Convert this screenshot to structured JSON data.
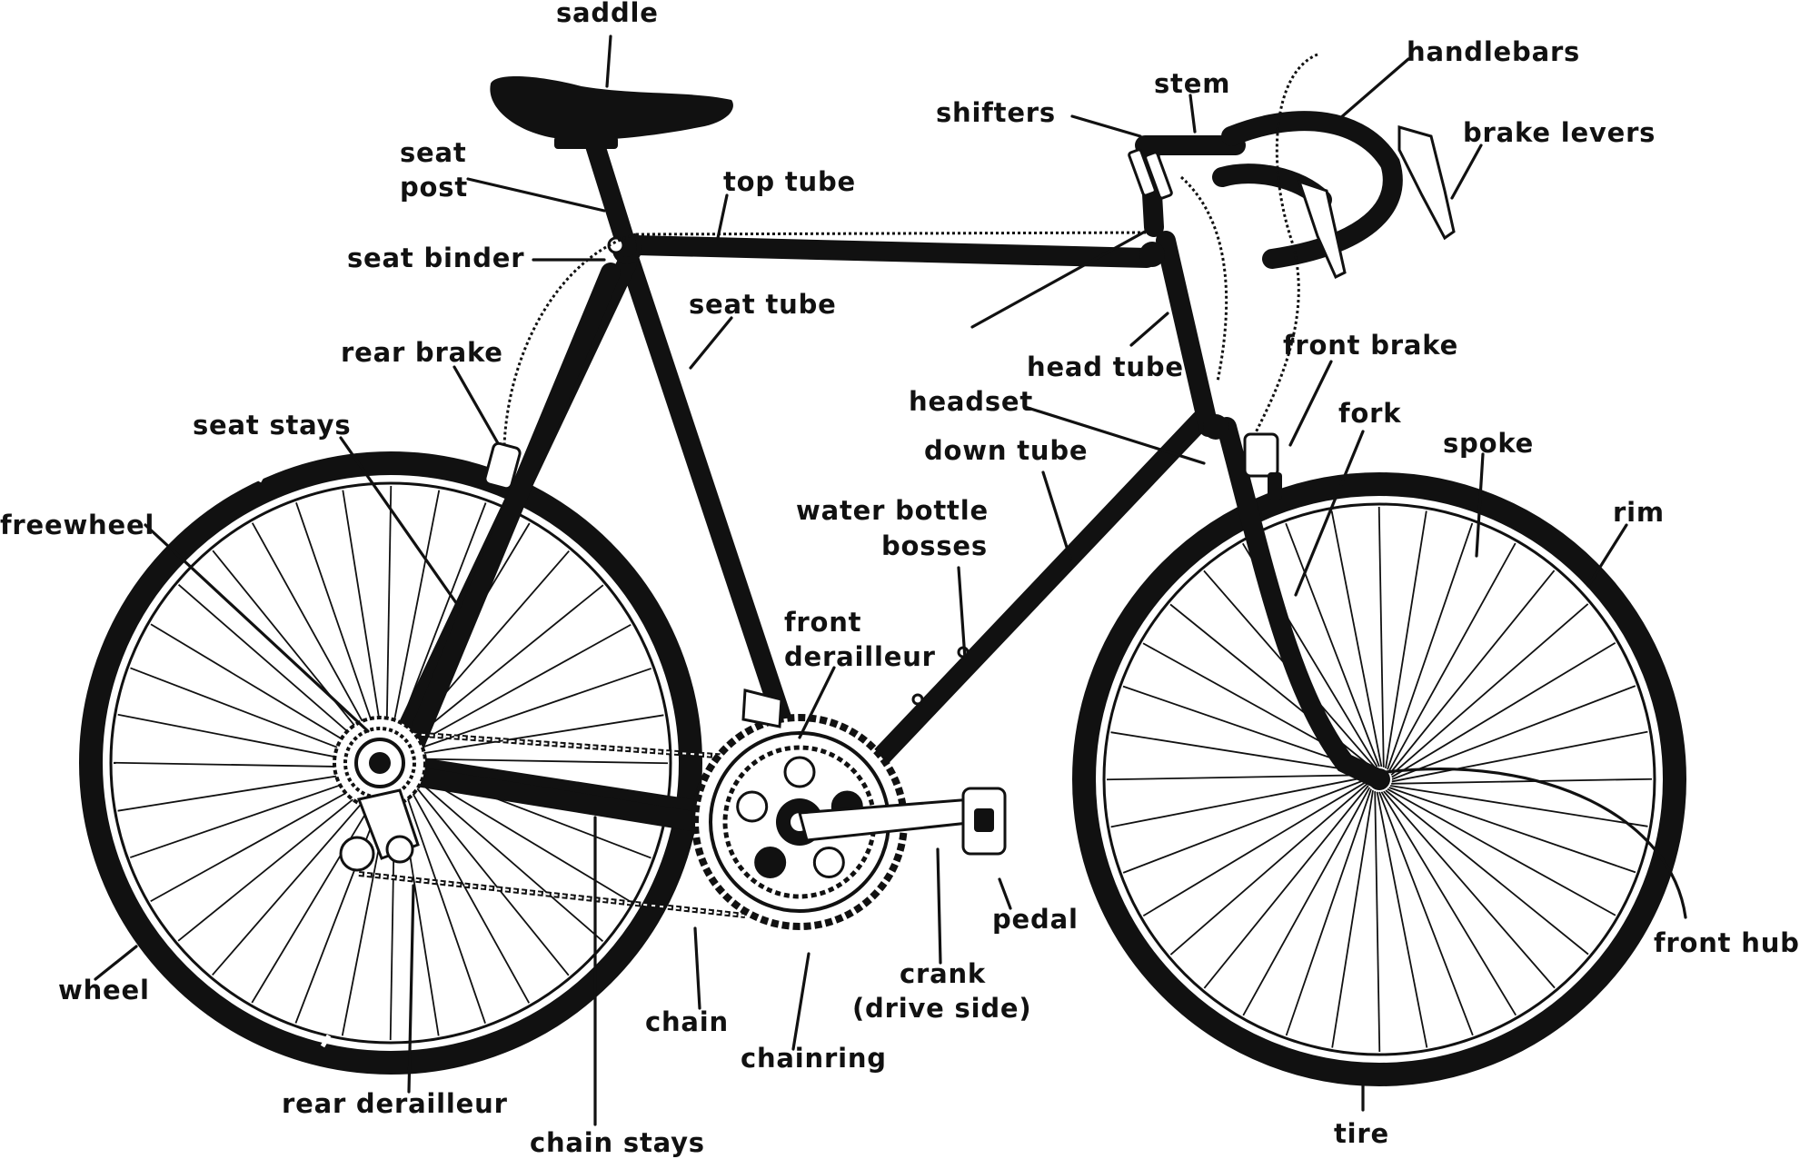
{
  "labels": {
    "saddle": "saddle",
    "seat_post_1": "seat",
    "seat_post_2": "post",
    "top_tube": "top tube",
    "seat_binder": "seat binder",
    "seat_tube": "seat tube",
    "rear_brake": "rear brake",
    "seat_stays": "seat stays",
    "freewheel": "freewheel",
    "wheel": "wheel",
    "rear_derailleur": "rear derailleur",
    "chain_stays": "chain stays",
    "chain": "chain",
    "chainring": "chainring",
    "crank_1": "crank",
    "crank_2": "(drive side)",
    "pedal": "pedal",
    "front_derailleur_1": "front",
    "front_derailleur_2": "derailleur",
    "water_bottle_1": "water bottle",
    "water_bottle_2": "bosses",
    "down_tube": "down tube",
    "headset": "headset",
    "head_tube": "head tube",
    "shifters": "shifters",
    "stem": "stem",
    "handlebars": "handlebars",
    "brake_levers": "brake levers",
    "front_brake": "front brake",
    "fork": "fork",
    "spoke": "spoke",
    "rim": "rim",
    "front_hub": "front hub",
    "tire": "tire"
  },
  "colors": {
    "ink": "#111111",
    "background": "#ffffff"
  }
}
